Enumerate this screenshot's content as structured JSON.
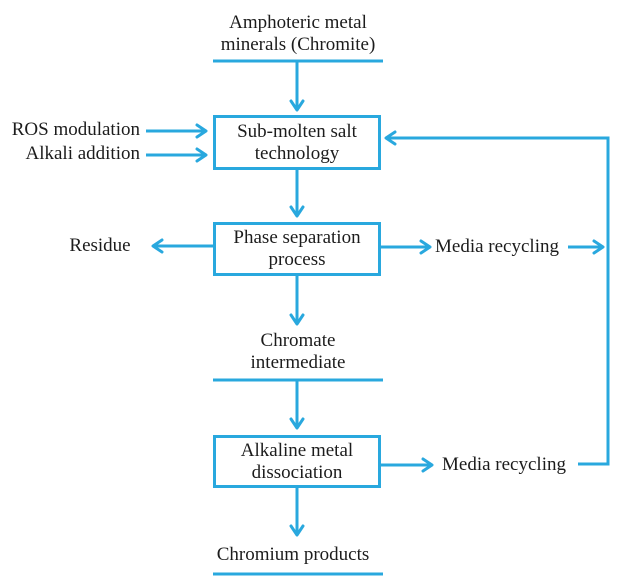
{
  "diagram": {
    "type": "flowchart",
    "accent_color": "#29A8DE",
    "text_color": "#1c1c1c",
    "nodes": {
      "source": {
        "line1": "Amphoteric metal",
        "line2": "minerals (Chromite)"
      },
      "submolten": {
        "line1": "Sub-molten salt",
        "line2": "technology"
      },
      "ros": {
        "label": "ROS modulation"
      },
      "alkali": {
        "label": "Alkali addition"
      },
      "phase": {
        "line1": "Phase separation",
        "line2": "process"
      },
      "residue": {
        "label": "Residue"
      },
      "media_top": {
        "label": "Media recycling"
      },
      "chromate": {
        "line1": "Chromate",
        "line2": "intermediate"
      },
      "alkaline": {
        "line1": "Alkaline metal",
        "line2": "dissociation"
      },
      "media_bottom": {
        "label": "Media recycling"
      },
      "products": {
        "label": "Chromium products"
      }
    },
    "edges": [
      {
        "from": "Amphoteric metal minerals (Chromite)",
        "to": "Sub-molten salt technology"
      },
      {
        "from": "ROS modulation",
        "to": "Sub-molten salt technology"
      },
      {
        "from": "Alkali addition",
        "to": "Sub-molten salt technology"
      },
      {
        "from": "Sub-molten salt technology",
        "to": "Phase separation process"
      },
      {
        "from": "Phase separation process",
        "to": "Residue"
      },
      {
        "from": "Phase separation process",
        "to": "Media recycling"
      },
      {
        "from": "Media recycling",
        "to": "Sub-molten salt technology"
      },
      {
        "from": "Phase separation process",
        "to": "Chromate intermediate"
      },
      {
        "from": "Chromate intermediate",
        "to": "Alkaline metal dissociation"
      },
      {
        "from": "Alkaline metal dissociation",
        "to": "Media recycling"
      },
      {
        "from": "Alkaline metal dissociation",
        "to": "Chromium products"
      }
    ]
  }
}
